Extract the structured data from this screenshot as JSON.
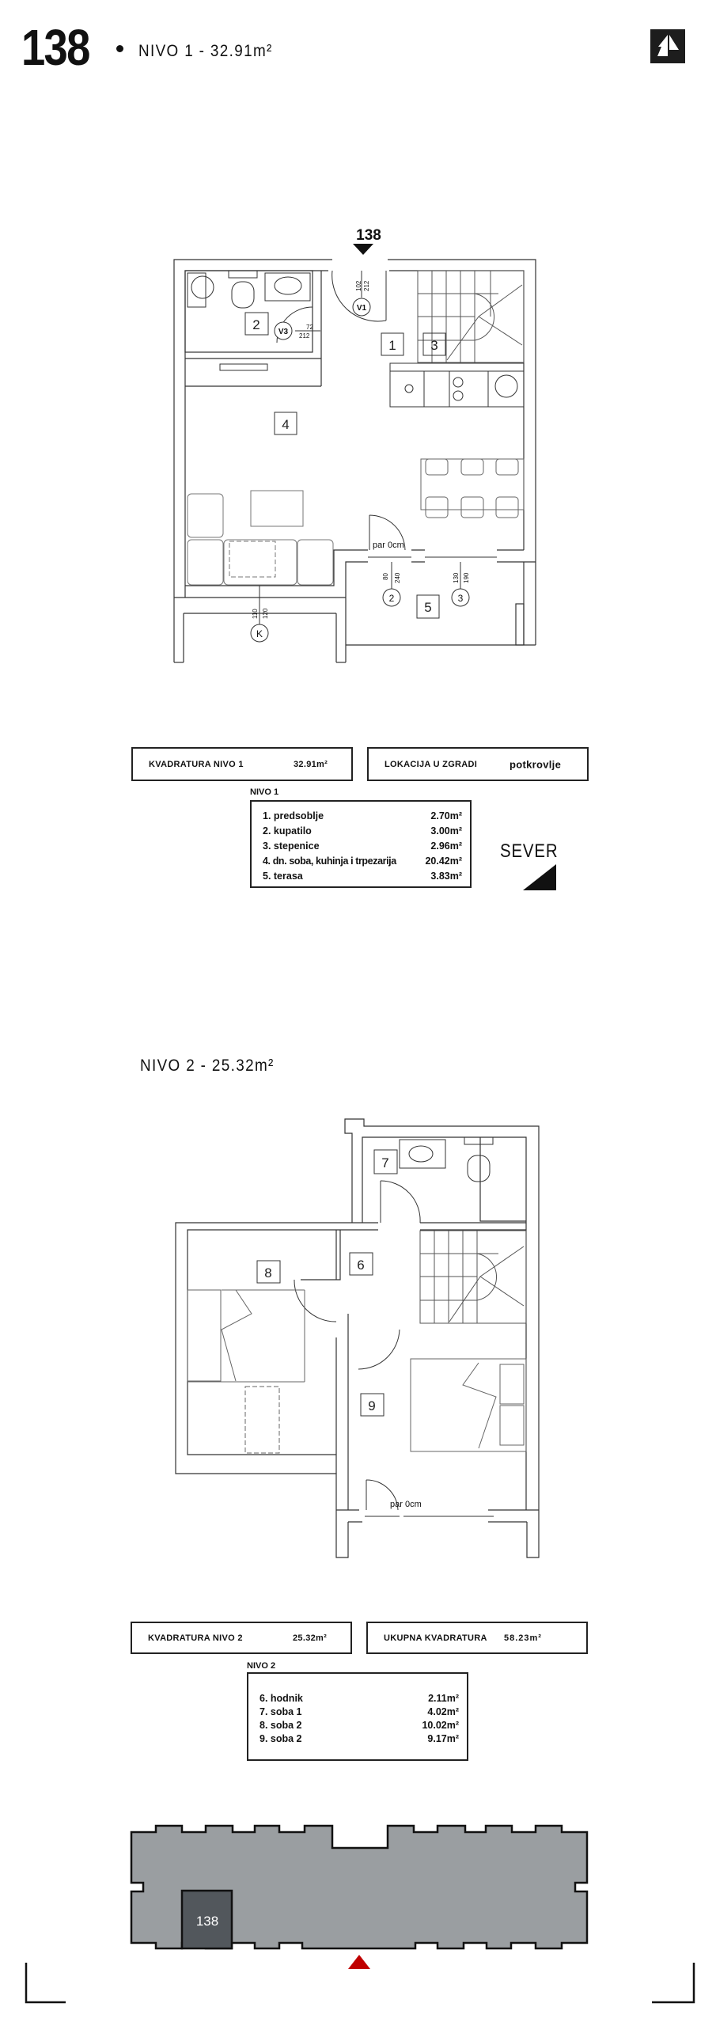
{
  "header": {
    "unit_number": "138",
    "level_title": "NIVO 1 - 32.91m²",
    "logo_icon": "building-logo-icon"
  },
  "plan1": {
    "entrance_label": "138",
    "rooms": [
      "1",
      "2",
      "3",
      "4",
      "5"
    ],
    "door_v1": "V1",
    "door_v1_dims": [
      "102",
      "212"
    ],
    "door_v3": "V3",
    "door_v3_dims": [
      "72",
      "212"
    ],
    "window_2": "2",
    "window_2_dims": [
      "80",
      "240"
    ],
    "window_3": "3",
    "window_3_dims": [
      "130",
      "190"
    ],
    "window_k": "K",
    "window_k_dims": [
      "110",
      "120"
    ],
    "threshold": "par 0cm"
  },
  "level1_summary": {
    "area_label": "KVADRATURA NIVO 1",
    "area_value": "32.91m²",
    "location_label": "LOKACIJA U ZGRADI",
    "location_value": "potkrovlje"
  },
  "level1_table": {
    "title": "NIVO 1",
    "rows": [
      {
        "name": "1. predsoblje",
        "area": "2.70m²"
      },
      {
        "name": "2. kupatilo",
        "area": "3.00m²"
      },
      {
        "name": "3. stepenice",
        "area": "2.96m²"
      },
      {
        "name": "4. dn. soba, kuhinja i trpezarija",
        "area": "20.42m²"
      },
      {
        "name": "5. terasa",
        "area": "3.83m²"
      }
    ]
  },
  "north": {
    "label": "SEVER"
  },
  "level2_title": "NIVO 2 - 25.32m²",
  "plan2": {
    "rooms": [
      "6",
      "7",
      "8",
      "9"
    ],
    "threshold": "par 0cm"
  },
  "level2_summary": {
    "area_label": "KVADRATURA NIVO 2",
    "area_value": "25.32m²",
    "total_label": "UKUPNA KVADRATURA",
    "total_value": "58.23m²"
  },
  "level2_table": {
    "title": "NIVO 2",
    "rows": [
      {
        "name": "6. hodnik",
        "area": "2.11m²"
      },
      {
        "name": "7. soba 1",
        "area": "4.02m²"
      },
      {
        "name": "8. soba 2",
        "area": "10.02m²"
      },
      {
        "name": "9. soba 2",
        "area": "9.17m²"
      }
    ]
  },
  "building": {
    "unit_label": "138",
    "fill": "#9a9ea1",
    "unit_fill": "#52575c",
    "marker_color": "#c00000"
  }
}
